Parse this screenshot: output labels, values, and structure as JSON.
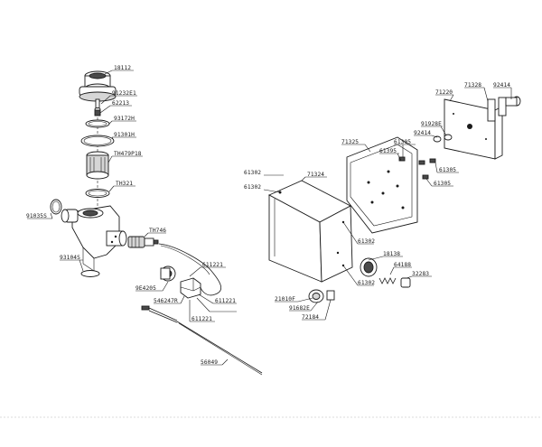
{
  "diagram": {
    "labels": [
      "18112",
      "91232E1",
      "62213",
      "93172H",
      "91301H",
      "TH479P18",
      "TH321",
      "91035S",
      "TH746",
      "93104S",
      "611221",
      "9E4205",
      "546247R",
      "611221",
      "611221",
      "56049",
      "71328",
      "92414",
      "71220",
      "91928E",
      "92414",
      "71325",
      "61305",
      "61395",
      "61305",
      "61305",
      "61302",
      "61302",
      "71324",
      "61302",
      "18138",
      "64188",
      "32283",
      "61302",
      "21010F",
      "91682E",
      "72184"
    ]
  }
}
